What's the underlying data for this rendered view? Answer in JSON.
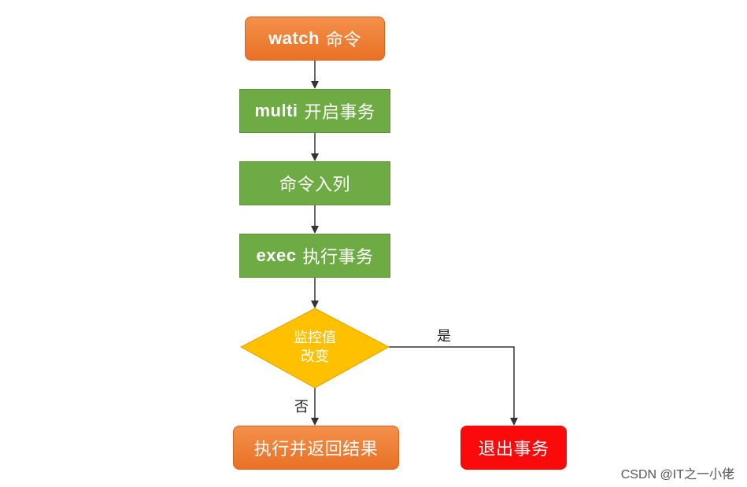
{
  "nodes": {
    "watch": {
      "en": "watch",
      "zh": "命令"
    },
    "multi": {
      "en": "multi",
      "zh": "开启事务"
    },
    "enqueue": {
      "zh": "命令入列"
    },
    "exec": {
      "en": "exec",
      "zh": "执行事务"
    },
    "decision": {
      "line1": "监控值",
      "line2": "改变"
    },
    "result": {
      "zh": "执行并返回结果"
    },
    "exit": {
      "zh": "退出事务"
    }
  },
  "edges": {
    "yes_label": "是",
    "no_label": "否"
  },
  "watermark": "CSDN @IT之一小佬",
  "colors": {
    "orange": "#ed7d31",
    "green": "#70ad47",
    "yellow": "#ffc000",
    "red": "#ff0000",
    "arrow": "#333333"
  }
}
